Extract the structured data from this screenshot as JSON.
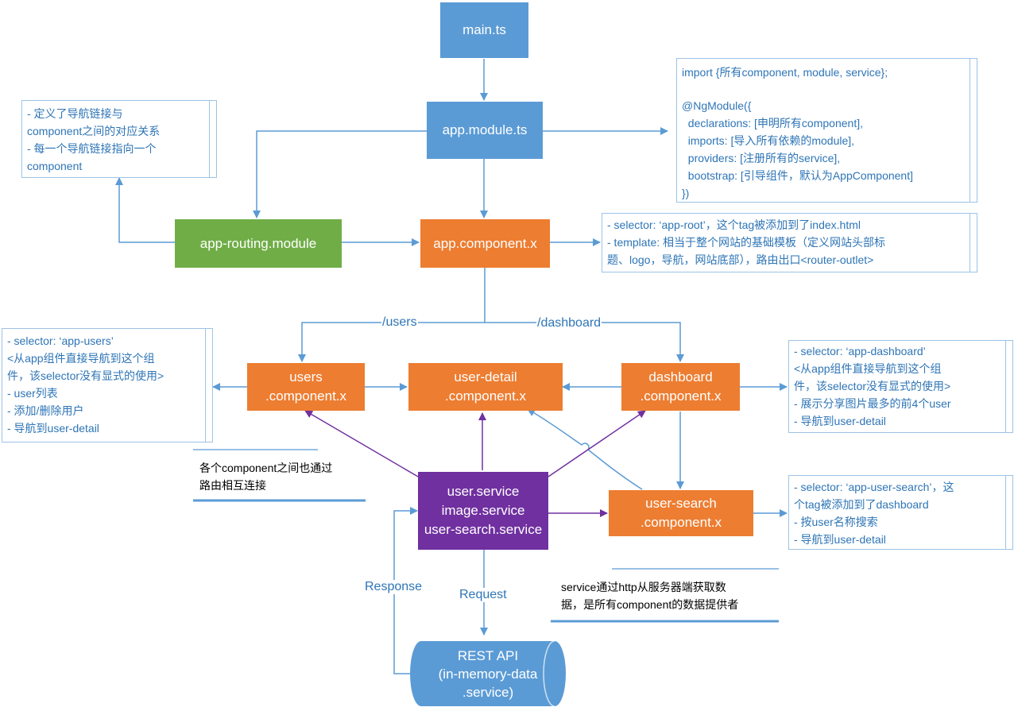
{
  "nodes": {
    "main_ts": "main.ts",
    "app_module": "app.module.ts",
    "app_routing": "app-routing.module",
    "app_component": "app.component.x",
    "users_component": [
      "users",
      ".component.x"
    ],
    "user_detail_component": [
      "user-detail",
      ".component.x"
    ],
    "dashboard_component": [
      "dashboard",
      ".component.x"
    ],
    "services": [
      "user.service",
      "image.service",
      "user-search.service"
    ],
    "user_search_component": [
      "user-search",
      ".component.x"
    ],
    "rest_api": [
      "REST API",
      "(in-memory-data",
      ".service)"
    ]
  },
  "notes": {
    "module": [
      "import {所有component, module, service};",
      "",
      "@NgModule({",
      "  declarations: [申明所有component],",
      "  imports: [导入所有依赖的module],",
      "  providers: [注册所有的service],",
      "  bootstrap: [引导组件，默认为AppComponent]",
      "})"
    ],
    "routing": [
      "- 定义了导航链接与",
      "component之间的对应关系",
      "- 每一个导航链接指向一个",
      "component"
    ],
    "app_component": [
      "- selector: ‘app-root’，这个tag被添加到了index.html",
      "- template: 相当于整个网站的基础模板（定义网站头部标",
      "题、logo，导航，网站底部），路由出口<router-outlet>"
    ],
    "users": [
      "- selector: ‘app-users’",
      "<从app组件直接导航到这个组",
      "件，该selector没有显式的使用>",
      "- user列表",
      "- 添加/删除用户",
      "- 导航到user-detail"
    ],
    "dashboard": [
      "- selector: ‘app-dashboard’",
      "<从app组件直接导航到这个组",
      "件，该selector没有显式的使用>",
      "- 展示分享图片最多的前4个user",
      "- 导航到user-detail"
    ],
    "user_search": [
      "- selector: ‘app-user-search’，这",
      "个tag被添加到了dashboard",
      "- 按user名称搜索",
      "- 导航到user-detail"
    ]
  },
  "callouts": {
    "routing": [
      "各个component之间也通过",
      "路由相互连接"
    ],
    "service": [
      "service通过http从服务器端获取数",
      "据，是所有component的数据提供者"
    ]
  },
  "edge_labels": {
    "users": "/users",
    "dashboard": "/dashboard",
    "response": "Response",
    "request": "Request"
  },
  "colors": {
    "blue": "#5b9bd5",
    "green": "#70ad47",
    "orange": "#ed7d31",
    "purple": "#7030a0",
    "arrow": "#5b9bd5",
    "service_arrow": "#7030a0",
    "note_text": "#2e75b6"
  }
}
